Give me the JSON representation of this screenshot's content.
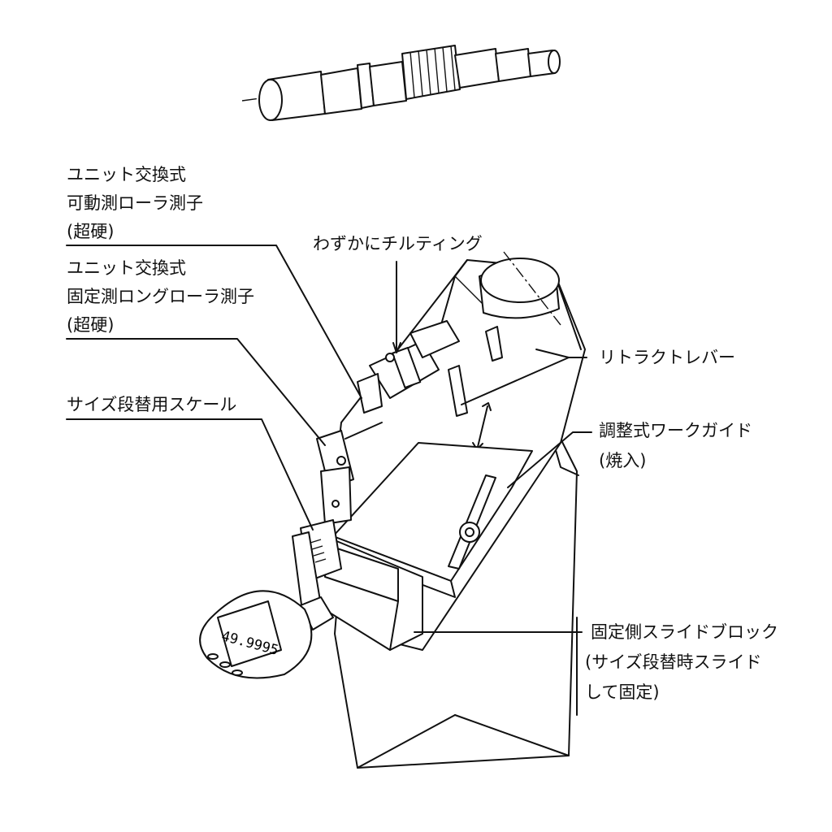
{
  "labels": {
    "movable_roller": {
      "line1": "ユニット交換式",
      "line2": "可動測ローラ測子",
      "line3": "(超硬)"
    },
    "fixed_roller": {
      "line1": "ユニット交換式",
      "line2": "固定測ロングローラ測子",
      "line3": "(超硬)"
    },
    "tilting": "わずかにチルティング",
    "scale": "サイズ段替用スケール",
    "retract_lever": "リトラクトレバー",
    "work_guide": {
      "line1": "調整式ワークガイド",
      "line2": "(焼入)"
    },
    "slide_block": {
      "line1": "固定側スライドブロック",
      "line2": "(サイズ段替時スライド",
      "line3": "して固定)"
    }
  },
  "dial_gauge": {
    "reading": "49.9995"
  }
}
